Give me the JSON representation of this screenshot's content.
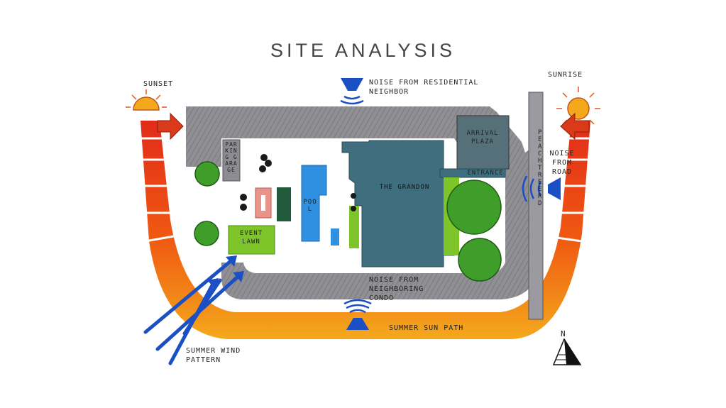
{
  "title": "SITE ANALYSIS",
  "labels": {
    "sunset": "SUNSET",
    "sunrise": "SUNRISE",
    "noise_residential": "NOISE FROM RESIDENTIAL NEIGHBOR",
    "noise_road": "NOISE FROM ROAD",
    "noise_condo": "NOISE FROM NEIGHBORING CONDO",
    "summer_sun_path": "SUMMER SUN PATH",
    "summer_wind": "SUMMER WIND PATTERN",
    "road": "PEACHTREE RD",
    "north": "N"
  },
  "buildings": {
    "parking_garage": "PARKING GARAGE",
    "arrival_plaza": "ARRIVAL PLAZA",
    "entrance": "ENTRANCE",
    "the_grandon": "THE GRANDON",
    "pool": "POOL",
    "event_lawn": "EVENT LAWN"
  },
  "colors": {
    "road_gray": "#8f8f94",
    "building_teal": "#3f6e7e",
    "pool_blue": "#2f8fe0",
    "lawn_green": "#7ec52a",
    "tree_green": "#3f9e2a",
    "noise_blue": "#1b4fc4",
    "sun_red": "#d83a1a",
    "sun_orange": "#f0a020"
  }
}
